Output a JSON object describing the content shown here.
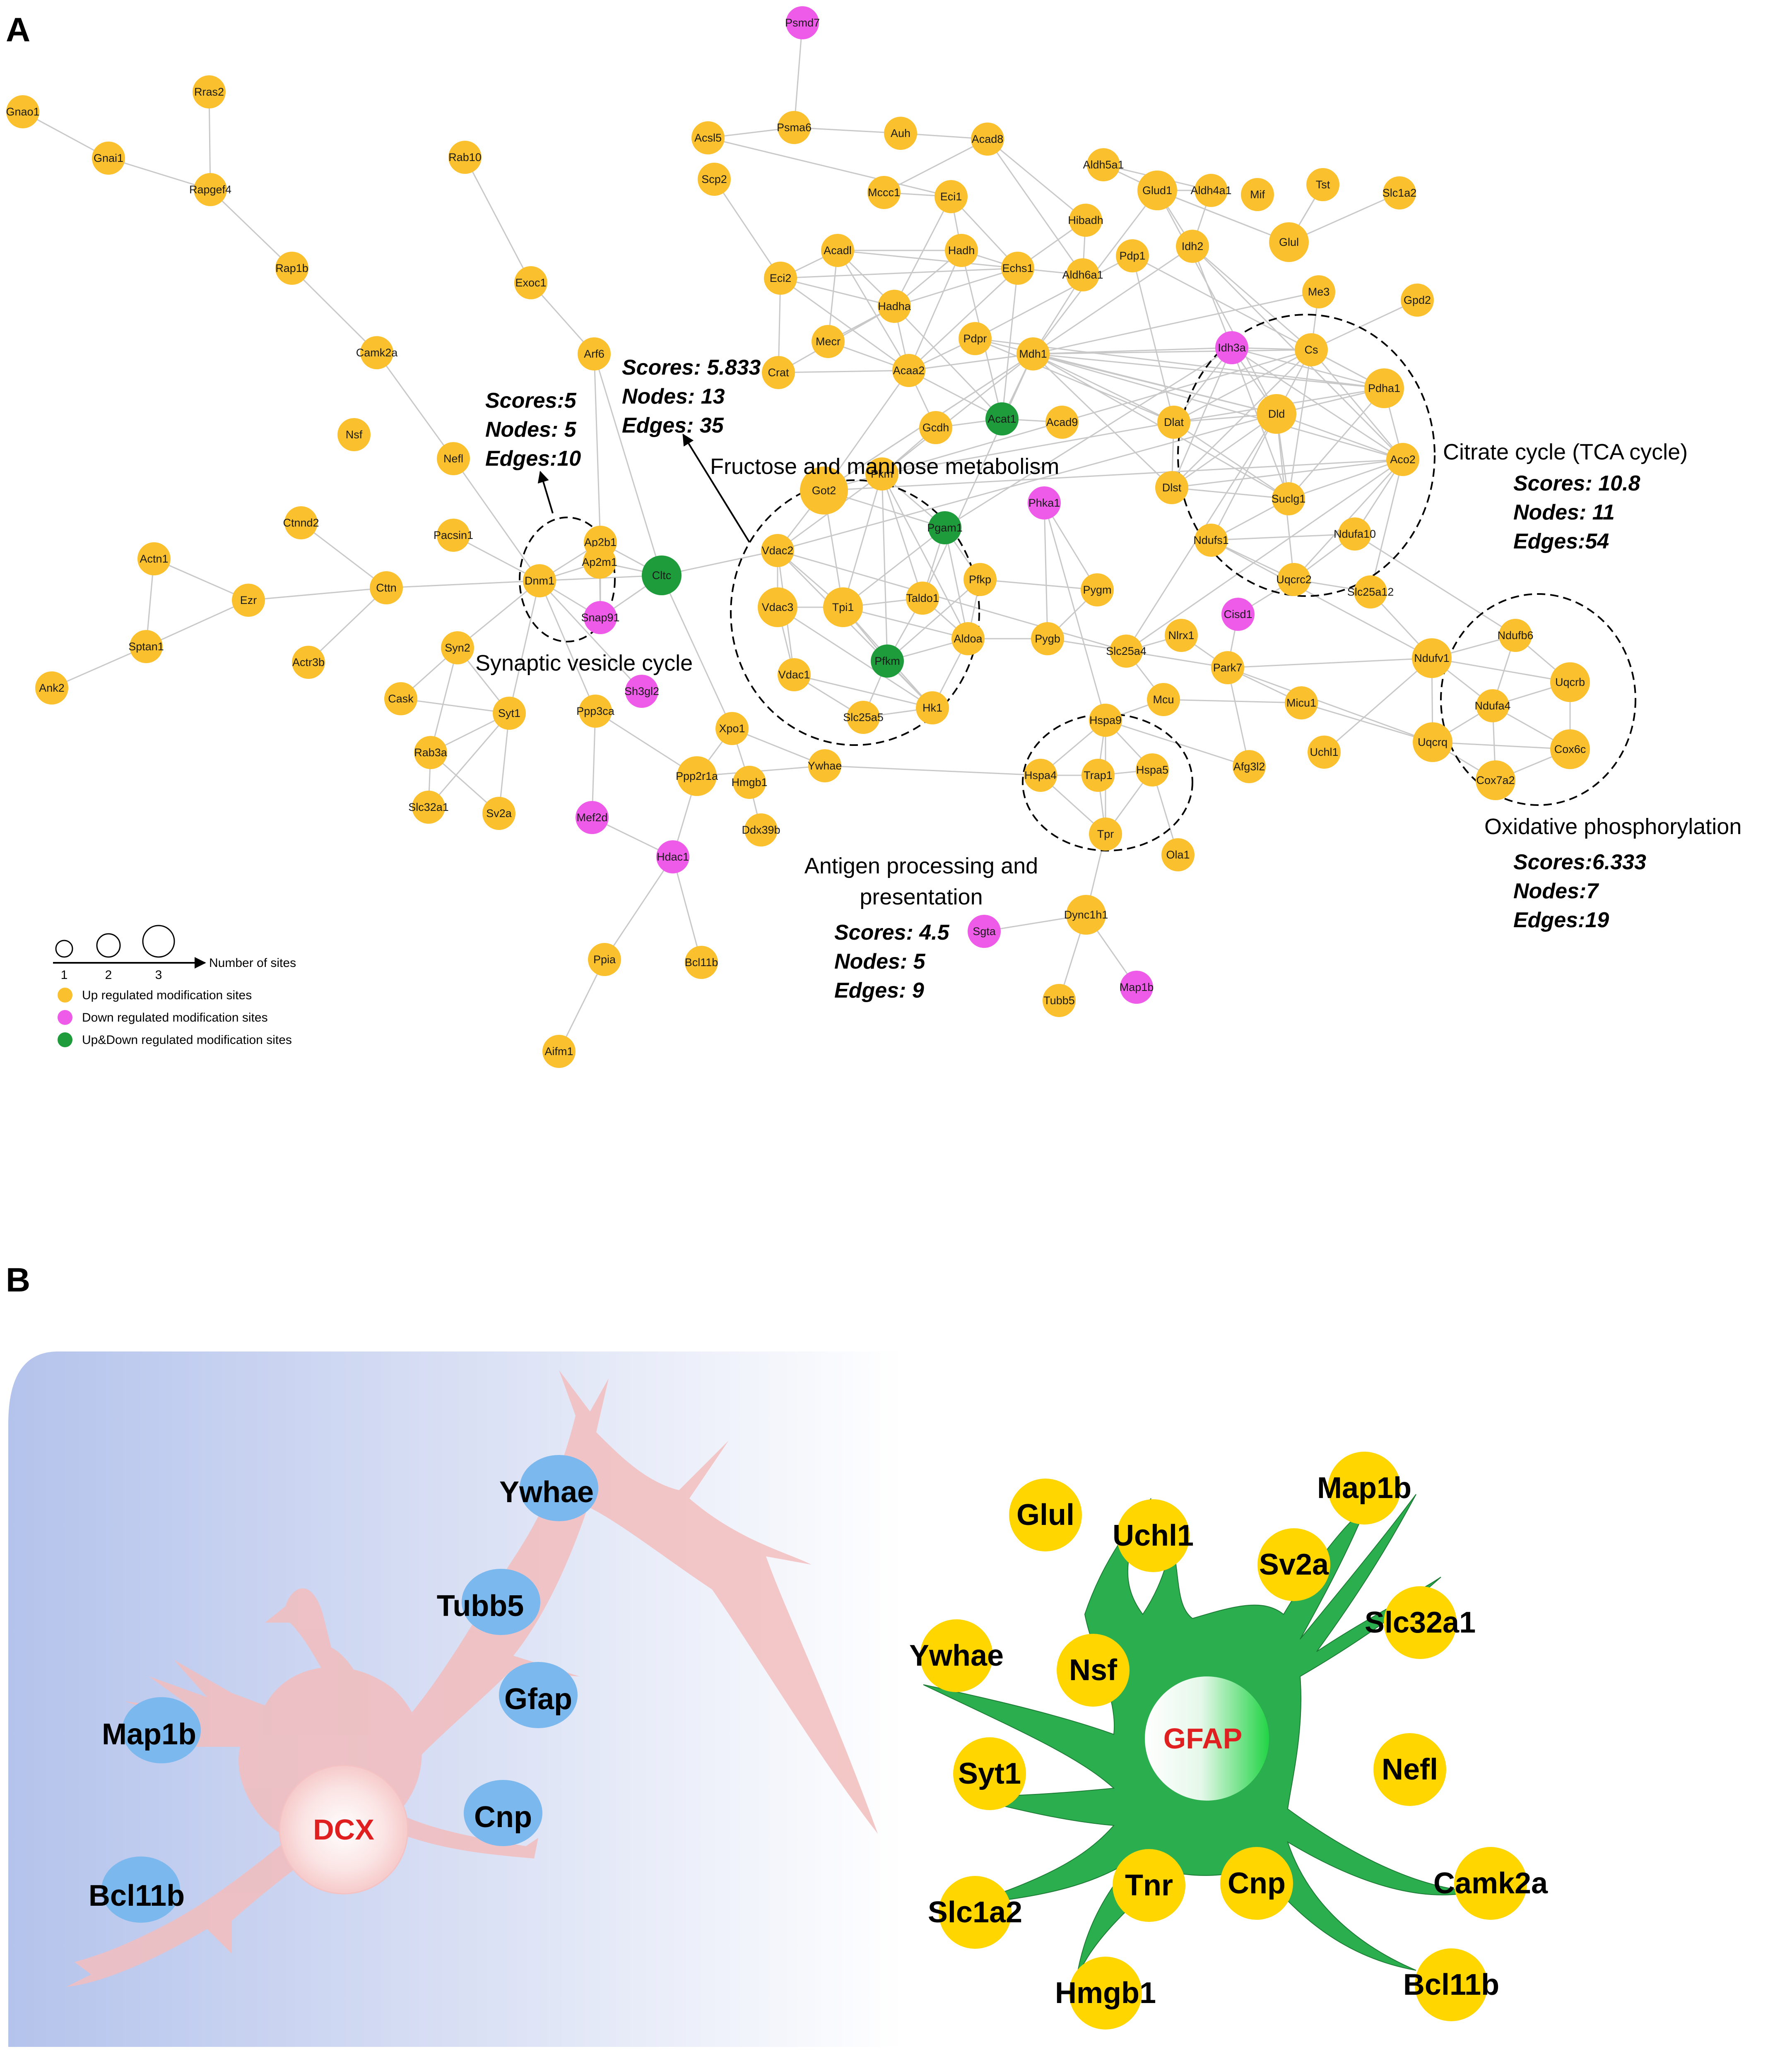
{
  "colors": {
    "up": "#FBC02D",
    "down": "#EE5BE8",
    "both": "#1E9B3A",
    "edge": "#C8C8C8",
    "blue_node": "#7BB8EE",
    "yellow_node": "#FFD600",
    "astro": "#2BAE4E",
    "neuron": "#F4C2C2",
    "label_red": "#E02020"
  },
  "panel_a": {
    "letter": "A",
    "nodes": [
      {
        "id": "Psmd7",
        "c": "down"
      },
      {
        "id": "Gnao1",
        "c": "up"
      },
      {
        "id": "Rras2",
        "c": "up"
      },
      {
        "id": "Gnai1",
        "c": "up"
      },
      {
        "id": "Rapgef4",
        "c": "up"
      },
      {
        "id": "Rap1b",
        "c": "up"
      },
      {
        "id": "Camk2a",
        "c": "up"
      },
      {
        "id": "Rab10",
        "c": "up"
      },
      {
        "id": "Exoc1",
        "c": "up"
      },
      {
        "id": "Arf6",
        "c": "up"
      },
      {
        "id": "Nsf",
        "c": "up"
      },
      {
        "id": "Nefl",
        "c": "up"
      },
      {
        "id": "Acsl5",
        "c": "up"
      },
      {
        "id": "Psma6",
        "c": "up"
      },
      {
        "id": "Auh",
        "c": "up"
      },
      {
        "id": "Acad8",
        "c": "up"
      },
      {
        "id": "Scp2",
        "c": "up"
      },
      {
        "id": "Mccc1",
        "c": "up"
      },
      {
        "id": "Eci1",
        "c": "up"
      },
      {
        "id": "Aldh5a1",
        "c": "up"
      },
      {
        "id": "Glud1",
        "c": "up",
        "s": 2
      },
      {
        "id": "Aldh4a1",
        "c": "up"
      },
      {
        "id": "Mif",
        "c": "up"
      },
      {
        "id": "Tst",
        "c": "up"
      },
      {
        "id": "Slc1a2",
        "c": "up"
      },
      {
        "id": "Hibadh",
        "c": "up"
      },
      {
        "id": "Hadh",
        "c": "up"
      },
      {
        "id": "Echs1",
        "c": "up"
      },
      {
        "id": "Acadl",
        "c": "up"
      },
      {
        "id": "Eci2",
        "c": "up"
      },
      {
        "id": "Aldh6a1",
        "c": "up"
      },
      {
        "id": "Pdp1",
        "c": "up"
      },
      {
        "id": "Idh2",
        "c": "up"
      },
      {
        "id": "Glul",
        "c": "up",
        "s": 2
      },
      {
        "id": "Me3",
        "c": "up"
      },
      {
        "id": "Gpd2",
        "c": "up"
      },
      {
        "id": "Hadha",
        "c": "up"
      },
      {
        "id": "Mecr",
        "c": "up"
      },
      {
        "id": "Pdpr",
        "c": "up"
      },
      {
        "id": "Mdh1",
        "c": "up"
      },
      {
        "id": "Idh3a",
        "c": "down"
      },
      {
        "id": "Cs",
        "c": "up"
      },
      {
        "id": "Crat",
        "c": "up"
      },
      {
        "id": "Acaa2",
        "c": "up"
      },
      {
        "id": "Pdha1",
        "c": "up",
        "s": 2
      },
      {
        "id": "Gcdh",
        "c": "up"
      },
      {
        "id": "Acat1",
        "c": "both"
      },
      {
        "id": "Acad9",
        "c": "up"
      },
      {
        "id": "Dlat",
        "c": "up"
      },
      {
        "id": "Dld",
        "c": "up",
        "s": 2
      },
      {
        "id": "Aco2",
        "c": "up"
      },
      {
        "id": "Pkm",
        "c": "up"
      },
      {
        "id": "Got2",
        "c": "up",
        "s": 3
      },
      {
        "id": "Pgam1",
        "c": "both"
      },
      {
        "id": "Phka1",
        "c": "down"
      },
      {
        "id": "Dlst",
        "c": "up"
      },
      {
        "id": "Suclg1",
        "c": "up"
      },
      {
        "id": "Ndufs1",
        "c": "up"
      },
      {
        "id": "Ndufa10",
        "c": "up"
      },
      {
        "id": "Vdac2",
        "c": "up"
      },
      {
        "id": "Pfkp",
        "c": "up"
      },
      {
        "id": "Pygm",
        "c": "up"
      },
      {
        "id": "Uqcrc2",
        "c": "up"
      },
      {
        "id": "Slc25a12",
        "c": "up"
      },
      {
        "id": "Vdac3",
        "c": "up",
        "s": 2
      },
      {
        "id": "Tpi1",
        "c": "up",
        "s": 2
      },
      {
        "id": "Taldo1",
        "c": "up"
      },
      {
        "id": "Cisd1",
        "c": "down"
      },
      {
        "id": "Aldoa",
        "c": "up"
      },
      {
        "id": "Pygb",
        "c": "up"
      },
      {
        "id": "Slc25a4",
        "c": "up"
      },
      {
        "id": "Nlrx1",
        "c": "up"
      },
      {
        "id": "Park7",
        "c": "up"
      },
      {
        "id": "Ndufb6",
        "c": "up"
      },
      {
        "id": "Ndufv1",
        "c": "up",
        "s": 2
      },
      {
        "id": "Uqcrb",
        "c": "up",
        "s": 2
      },
      {
        "id": "Ndufa4",
        "c": "up"
      },
      {
        "id": "Vdac1",
        "c": "up"
      },
      {
        "id": "Pfkm",
        "c": "both"
      },
      {
        "id": "Hk1",
        "c": "up"
      },
      {
        "id": "Slc25a5",
        "c": "up"
      },
      {
        "id": "Mcu",
        "c": "up"
      },
      {
        "id": "Micu1",
        "c": "up"
      },
      {
        "id": "Uqcrq",
        "c": "up",
        "s": 2
      },
      {
        "id": "Cox6c",
        "c": "up",
        "s": 2
      },
      {
        "id": "Cox7a2",
        "c": "up",
        "s": 2
      },
      {
        "id": "Uchl1",
        "c": "up"
      },
      {
        "id": "Hspa9",
        "c": "up"
      },
      {
        "id": "Hspa4",
        "c": "up"
      },
      {
        "id": "Trap1",
        "c": "up"
      },
      {
        "id": "Hspa5",
        "c": "up"
      },
      {
        "id": "Afg3l2",
        "c": "up"
      },
      {
        "id": "Tpr",
        "c": "up"
      },
      {
        "id": "Ola1",
        "c": "up"
      },
      {
        "id": "Dync1h1",
        "c": "up",
        "s": 2
      },
      {
        "id": "Sgta",
        "c": "down"
      },
      {
        "id": "Map1b",
        "c": "down"
      },
      {
        "id": "Tubb5",
        "c": "up"
      },
      {
        "id": "Ctnnd2",
        "c": "up"
      },
      {
        "id": "Pacsin1",
        "c": "up"
      },
      {
        "id": "Ap2b1",
        "c": "up"
      },
      {
        "id": "Ap2m1",
        "c": "up"
      },
      {
        "id": "Dnm1",
        "c": "up"
      },
      {
        "id": "Cltc",
        "c": "both",
        "s": 2
      },
      {
        "id": "Snap91",
        "c": "down"
      },
      {
        "id": "Actn1",
        "c": "up"
      },
      {
        "id": "Ezr",
        "c": "up"
      },
      {
        "id": "Cttn",
        "c": "up"
      },
      {
        "id": "Sptan1",
        "c": "up"
      },
      {
        "id": "Ank2",
        "c": "up"
      },
      {
        "id": "Actr3b",
        "c": "up"
      },
      {
        "id": "Syn2",
        "c": "up"
      },
      {
        "id": "Cask",
        "c": "up"
      },
      {
        "id": "Syt1",
        "c": "up"
      },
      {
        "id": "Rab3a",
        "c": "up"
      },
      {
        "id": "Slc32a1",
        "c": "up"
      },
      {
        "id": "Sv2a",
        "c": "up"
      },
      {
        "id": "Sh3gl2",
        "c": "down"
      },
      {
        "id": "Ppp3ca",
        "c": "up"
      },
      {
        "id": "Mef2d",
        "c": "down"
      },
      {
        "id": "Hdac1",
        "c": "down"
      },
      {
        "id": "Xpo1",
        "c": "up"
      },
      {
        "id": "Ppp2r1a",
        "c": "up",
        "s": 2
      },
      {
        "id": "Hmgb1",
        "c": "up"
      },
      {
        "id": "Ywhae",
        "c": "up"
      },
      {
        "id": "Ddx39b",
        "c": "up"
      },
      {
        "id": "Ppia",
        "c": "up"
      },
      {
        "id": "Bcl11b",
        "c": "up"
      },
      {
        "id": "Aifm1",
        "c": "up"
      }
    ],
    "modules": [
      {
        "title": "Synaptic vesicle cycle",
        "scores": "Scores:5",
        "nodes": "Nodes: 5",
        "edges": "Edges:10"
      },
      {
        "title": "Fructose and mannose metabolism",
        "scores": "Scores: 5.833",
        "nodes": "Nodes: 13",
        "edges": "Edges: 35"
      },
      {
        "title": "Citrate cycle (TCA cycle)",
        "scores": "Scores: 10.8",
        "nodes": "Nodes: 11",
        "edges": "Edges:54"
      },
      {
        "title": "Oxidative phosphorylation",
        "scores": "Scores:6.333",
        "nodes": "Nodes:7",
        "edges": "Edges:19"
      },
      {
        "title_line1": "Antigen processing and",
        "title_line2": "presentation",
        "scores": "Scores: 4.5",
        "nodes": "Nodes: 5",
        "edges": "Edges: 9"
      }
    ],
    "legend": {
      "sizes": [
        "1",
        "2",
        "3"
      ],
      "size_label": "Number of sites",
      "up": "Up regulated modification sites",
      "down": "Down regulated modification sites",
      "both": "Up&Down regulated modification sites"
    }
  },
  "panel_b": {
    "letter": "B",
    "neuron_label": "DCX",
    "neuron_nodes": [
      "Ywhae",
      "Tubb5",
      "Gfap",
      "Map1b",
      "Cnp",
      "Bcl11b"
    ],
    "astro_label": "GFAP",
    "astro_nodes": [
      "Glul",
      "Uchl1",
      "Map1b",
      "Sv2a",
      "Slc32a1",
      "Ywhae",
      "Nsf",
      "Syt1",
      "Nefl",
      "Camk2a",
      "Slc1a2",
      "Tnr",
      "Cnp",
      "Hmgb1",
      "Bcl11b"
    ]
  }
}
